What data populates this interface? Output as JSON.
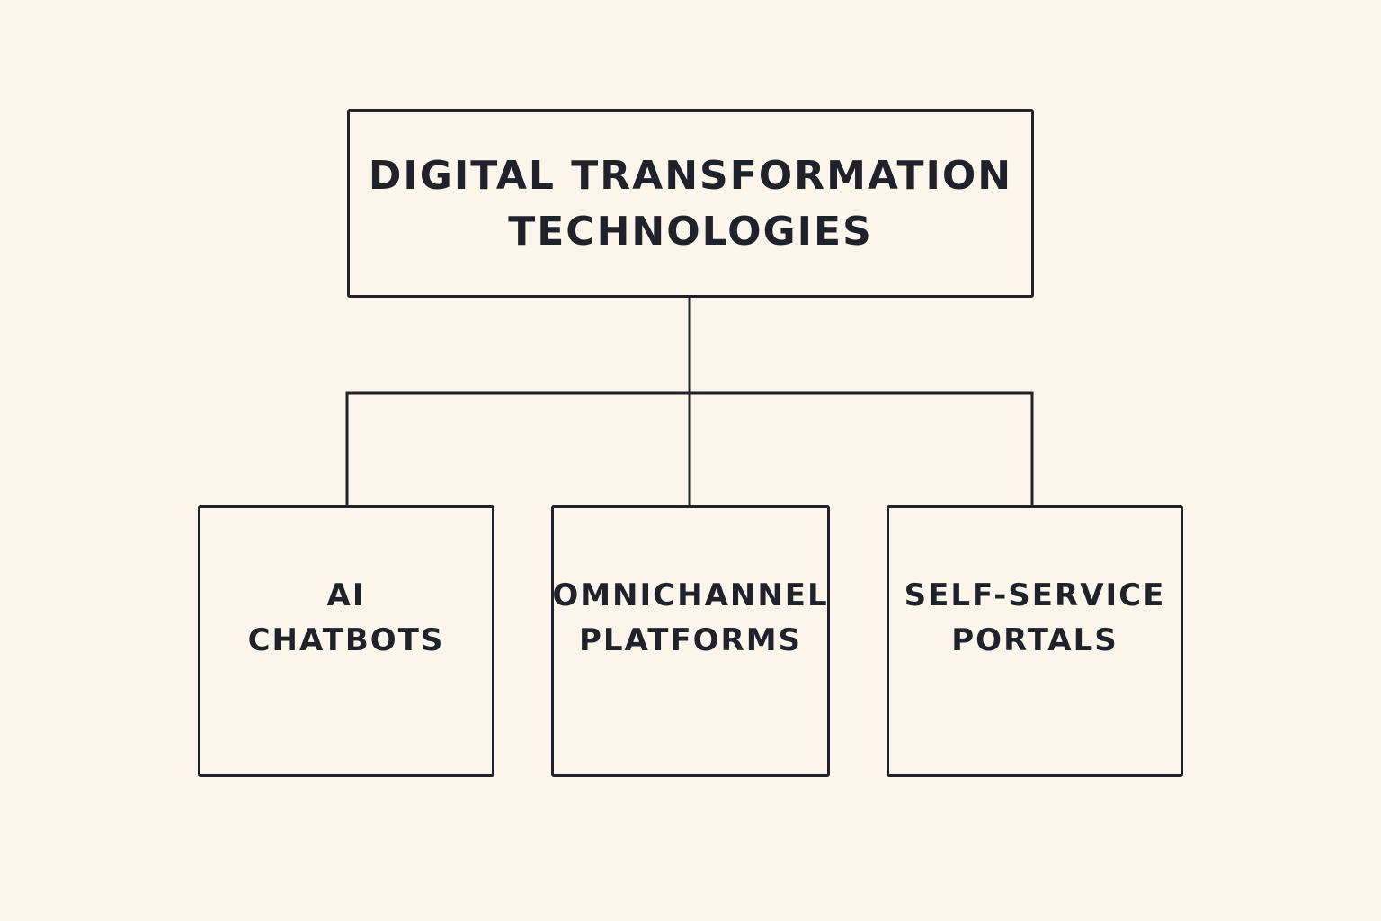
{
  "colors": {
    "background": "#fcf5ec",
    "ink": "#1f2329"
  },
  "root": {
    "lines": [
      "DIGITAL TRANSFORMATION",
      "TECHNOLOGIES"
    ]
  },
  "children": [
    {
      "lines": [
        "AI",
        "CHATBOTS"
      ]
    },
    {
      "lines": [
        "OMNICHANNEL",
        "PLATFORMS"
      ]
    },
    {
      "lines": [
        "SELF-SERVICE",
        "PORTALS"
      ]
    }
  ]
}
